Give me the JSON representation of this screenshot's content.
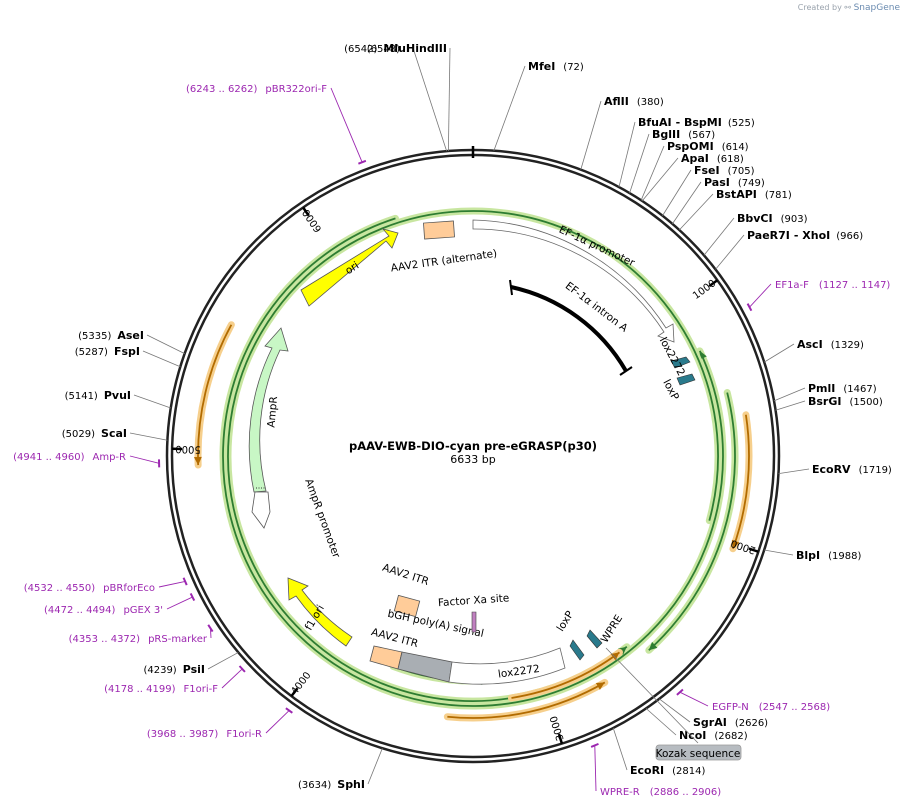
{
  "credit": {
    "prefix": "Created by",
    "brand": "SnapGene"
  },
  "plasmid": {
    "name": "pAAV-EWB-DIO-cyan pre-eGRASP(p30)",
    "size_text": "6633 bp",
    "length": 6633
  },
  "colors": {
    "backbone": "#222222",
    "primer": "#9c27b0",
    "green_feature": "#2e7d32",
    "green_halo": "#c8e6a0",
    "orange_feature": "#b26b00",
    "orange_halo": "#f6cf8c",
    "yellow": "#ffff00",
    "amp_fill": "#c8f7c5",
    "itr_fill": "#ffcc99",
    "lox_fill": "#2a7a8c",
    "wpre_fill": "#ffffff",
    "bgh_fill": "#a9aeb3"
  },
  "ticks": [
    {
      "label": "1000",
      "pos": 1000
    },
    {
      "label": "2000",
      "pos": 2000
    },
    {
      "label": "3000",
      "pos": 3000
    },
    {
      "label": "4000",
      "pos": 4000
    },
    {
      "label": "5000",
      "pos": 5000
    },
    {
      "label": "6000",
      "pos": 6000
    }
  ],
  "sites": [
    {
      "name": "MluI",
      "pos_label": "(6542)",
      "pos": 6542
    },
    {
      "name": "HindIII",
      "pos_label": "(6548)",
      "pos": 6548
    },
    {
      "name": "MfeI",
      "pos_label": "(72)",
      "pos": 72
    },
    {
      "name": "AflII",
      "pos_label": "(380)",
      "pos": 380
    },
    {
      "name": "BfuAI",
      "name2": "- BspMI",
      "pos_label": "(525)",
      "pos": 525
    },
    {
      "name": "BglII",
      "pos_label": "(567)",
      "pos": 567
    },
    {
      "name": "PspOMI",
      "pos_label": "(614)",
      "pos": 614
    },
    {
      "name": "ApaI",
      "pos_label": "(618)",
      "pos": 618
    },
    {
      "name": "FseI",
      "pos_label": "(705)",
      "pos": 705
    },
    {
      "name": "PasI",
      "pos_label": "(749)",
      "pos": 749
    },
    {
      "name": "BstAPI",
      "pos_label": "(781)",
      "pos": 781
    },
    {
      "name": "BbvCI",
      "pos_label": "(903)",
      "pos": 903
    },
    {
      "name": "PaeR7I",
      "name2": "- XhoI",
      "pos_label": "(966)",
      "pos": 966
    },
    {
      "name": "AscI",
      "pos_label": "(1329)",
      "pos": 1329
    },
    {
      "name": "PmlI",
      "pos_label": "(1467)",
      "pos": 1467
    },
    {
      "name": "BsrGI",
      "pos_label": "(1500)",
      "pos": 1500
    },
    {
      "name": "EcoRV",
      "pos_label": "(1719)",
      "pos": 1719
    },
    {
      "name": "BlpI",
      "pos_label": "(1988)",
      "pos": 1988
    },
    {
      "name": "SgrAI",
      "pos_label": "(2626)",
      "pos": 2626
    },
    {
      "name": "NcoI",
      "pos_label": "(2682)",
      "pos": 2682
    },
    {
      "name": "EcoRI",
      "pos_label": "(2814)",
      "pos": 2814
    },
    {
      "name": "SphI",
      "pos_label": "(3634)",
      "pos": 3634
    },
    {
      "name": "PsiI",
      "pos_label": "(4239)",
      "pos": 4239
    },
    {
      "name": "ScaI",
      "pos_label": "(5029)",
      "pos": 5029
    },
    {
      "name": "PvuI",
      "pos_label": "(5141)",
      "pos": 5141
    },
    {
      "name": "FspI",
      "pos_label": "(5287)",
      "pos": 5287
    },
    {
      "name": "AseI",
      "pos_label": "(5335)",
      "pos": 5335
    }
  ],
  "primers": [
    {
      "name": "pBR322ori-F",
      "range": "(6243 .. 6262)",
      "pos": 6252
    },
    {
      "name": "EF1a-F",
      "range": "(1127 .. 1147)",
      "pos": 1137
    },
    {
      "name": "EGFP-N",
      "range": "(2547 .. 2568)",
      "pos": 2557
    },
    {
      "name": "WPRE-R",
      "range": "(2886 .. 2906)",
      "pos": 2896
    },
    {
      "name": "F1ori-R",
      "range": "(3968 .. 3987)",
      "pos": 3977
    },
    {
      "name": "F1ori-F",
      "range": "(4178 .. 4199)",
      "pos": 4188
    },
    {
      "name": "pRS-marker",
      "range": "(4353 .. 4372)",
      "pos": 4362
    },
    {
      "name": "pGEX 3'",
      "range": "(4472 .. 4494)",
      "pos": 4483
    },
    {
      "name": "pBRforEco",
      "range": "(4532 .. 4550)",
      "pos": 4541
    },
    {
      "name": "Amp-R",
      "range": "(4941 .. 4960)",
      "pos": 4950
    }
  ],
  "features": [
    {
      "name": "ori",
      "start": 5700,
      "end": 6290
    },
    {
      "name": "AAV2 ITR (alternate)",
      "start": 6490,
      "end": 6600
    },
    {
      "name": "EF-1α promoter",
      "start": 30,
      "end": 1220
    },
    {
      "name": "EF-1α intron A",
      "start": 250,
      "end": 1180
    },
    {
      "name": "lox2272",
      "start": 1260,
      "end": 1310
    },
    {
      "name": "loxP",
      "start": 1330,
      "end": 1380
    },
    {
      "name": "lox2272",
      "start": 2565,
      "end": 2615
    },
    {
      "name": "loxP",
      "start": 2625,
      "end": 2675
    },
    {
      "name": "WPRE",
      "start": 2800,
      "end": 3390
    },
    {
      "name": "bGH poly(A) signal",
      "start": 3390,
      "end": 3600
    },
    {
      "name": "AAV2 ITR",
      "start": 3600,
      "end": 3720
    },
    {
      "name": "AAV2 ITR",
      "start": 3600,
      "end": 3700
    },
    {
      "name": "Factor Xa site",
      "start": 3400,
      "end": 3412
    },
    {
      "name": "f1 ori",
      "start": 3850,
      "end": 4300
    },
    {
      "name": "AmpR promoter",
      "start": 4490,
      "end": 4590
    },
    {
      "name": "AmpR",
      "start": 4590,
      "end": 5450
    }
  ],
  "annotation_box": {
    "label": "Kozak sequence"
  }
}
